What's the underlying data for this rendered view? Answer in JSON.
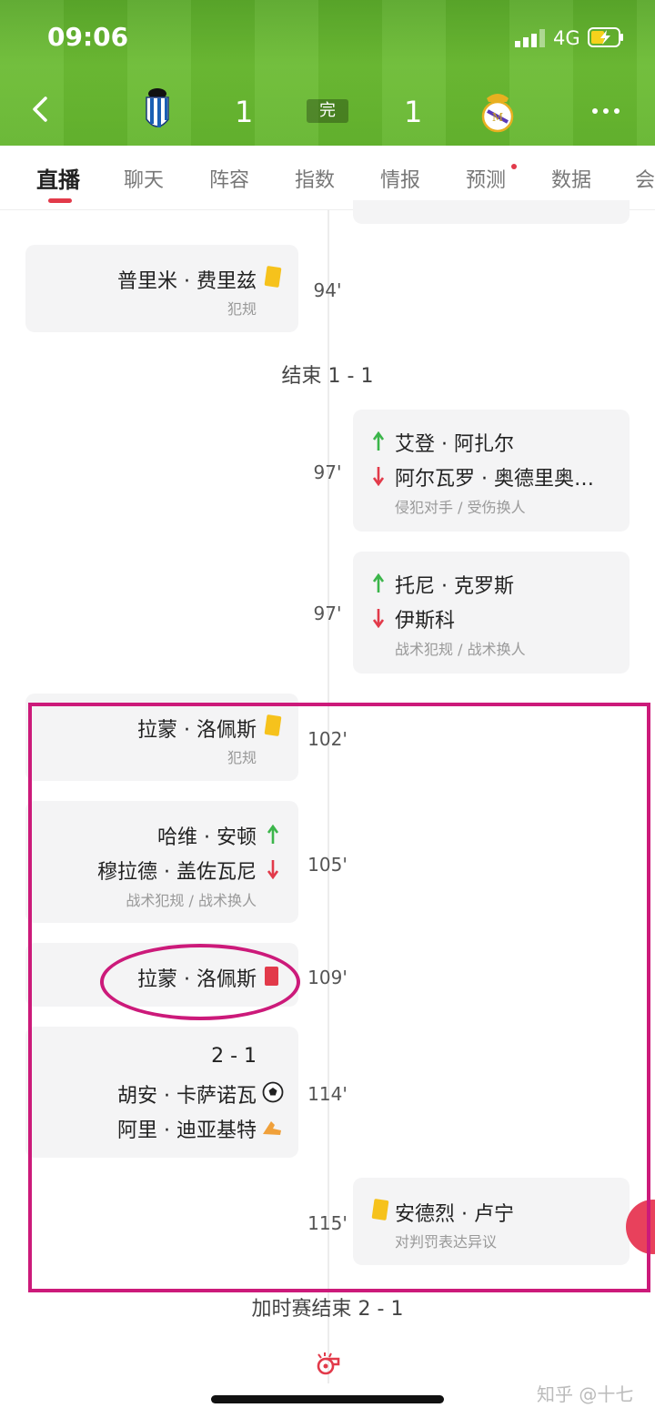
{
  "status_bar": {
    "time": "09:06",
    "network": "4G"
  },
  "match": {
    "home_score": "1",
    "away_score": "1",
    "status": "完"
  },
  "tabs": [
    {
      "label": "直播"
    },
    {
      "label": "聊天"
    },
    {
      "label": "阵容"
    },
    {
      "label": "指数"
    },
    {
      "label": "情报"
    },
    {
      "label": "预测"
    },
    {
      "label": "数据"
    },
    {
      "label": "会"
    }
  ],
  "events": {
    "e94": {
      "minute": "94'",
      "player": "普里米 · 费里兹",
      "reason": "犯规"
    },
    "end_regular": "结束 1 - 1",
    "e97a": {
      "minute": "97'",
      "in": "艾登 · 阿扎尔",
      "out": "阿尔瓦罗 · 奥德里奥…",
      "reason": "侵犯对手 / 受伤换人"
    },
    "e97b": {
      "minute": "97'",
      "in": "托尼 · 克罗斯",
      "out": "伊斯科",
      "reason": "战术犯规 / 战术换人"
    },
    "e102": {
      "minute": "102'",
      "player": "拉蒙 · 洛佩斯",
      "reason": "犯规"
    },
    "e105": {
      "minute": "105'",
      "in": "哈维 · 安顿",
      "out": "穆拉德 · 盖佐瓦尼",
      "reason": "战术犯规 / 战术换人"
    },
    "e109": {
      "minute": "109'",
      "player": "拉蒙 · 洛佩斯"
    },
    "e114": {
      "minute": "114'",
      "score": "2 - 1",
      "scorer": "胡安 · 卡萨诺瓦",
      "assist": "阿里 · 迪亚基特"
    },
    "e115": {
      "minute": "115'",
      "player": "安德烈 · 卢宁",
      "reason": "对判罚表达异议"
    },
    "end_extra": "加时赛结束 2 - 1"
  },
  "watermark": "知乎 @十七",
  "colors": {
    "header_green": "#64b52e",
    "accent_red": "#e23a4a",
    "yellow_card": "#f6c21c",
    "annotation": "#cc1a7a",
    "sub_in": "#3bb54a"
  }
}
